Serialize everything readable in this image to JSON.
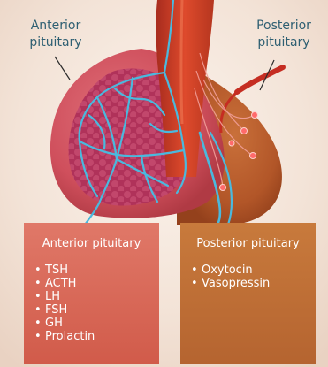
{
  "labels": {
    "anterior": "Anterior\npituitary",
    "posterior": "Posterior\npituitary"
  },
  "boxes": {
    "anterior": {
      "title": "Anterior pituitary",
      "items": [
        "TSH",
        "ACTH",
        "LH",
        "FSH",
        "GH",
        "Prolactin"
      ]
    },
    "posterior": {
      "title": "Posterior pituitary",
      "items": [
        "Oxytocin",
        "Vasopressin"
      ]
    }
  },
  "colors": {
    "background": "#f4e6dc",
    "anterior_lobe": "#d45a63",
    "anterior_tissue": "#b0325a",
    "posterior_lobe": "#b8552a",
    "stalk": "#c23a24",
    "vessels": "#4ab9de",
    "label_text": "#2e5f72",
    "anterior_box": "#d65f4e",
    "posterior_box": "#bb6a33"
  }
}
